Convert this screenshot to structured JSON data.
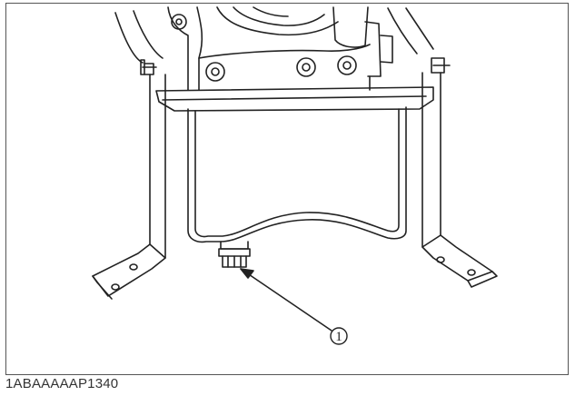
{
  "figure": {
    "code": "1ABAAAAAP1340",
    "callouts": [
      {
        "label": "1",
        "target": "drain-plug"
      }
    ]
  }
}
